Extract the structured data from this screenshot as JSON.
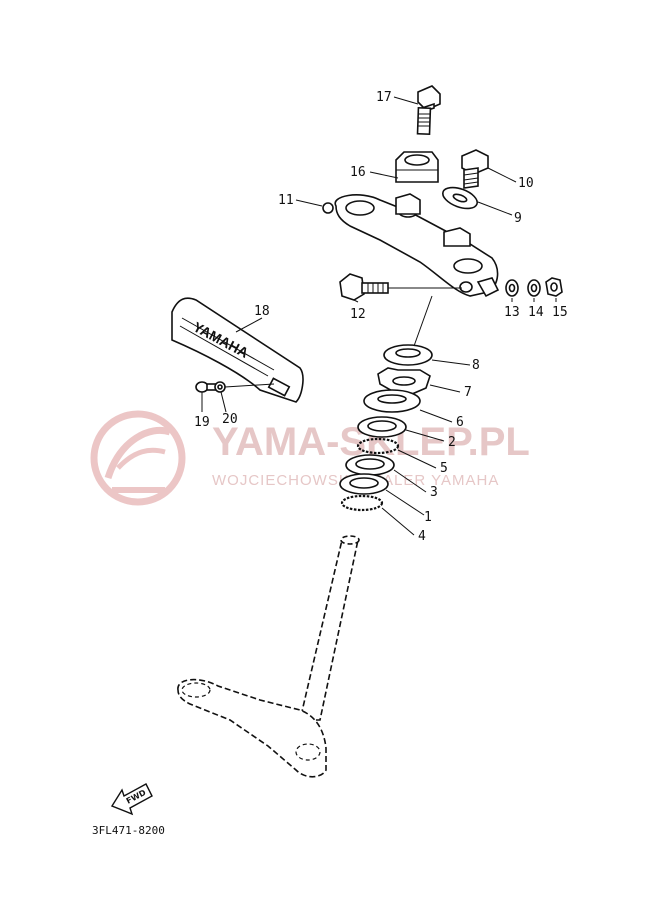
{
  "diagram": {
    "catalog_code": "3FL471-8200",
    "fwd_label": "FWD",
    "emblem_text": "YAMAHA",
    "watermark": {
      "title": "YAMA-SKLEP.PL",
      "subtitle": "WOJCIECHOWSKI DEALER YAMAHA",
      "color": "#e6c7c7"
    },
    "callouts": [
      {
        "id": "17",
        "label": "17"
      },
      {
        "id": "16",
        "label": "16"
      },
      {
        "id": "10",
        "label": "10"
      },
      {
        "id": "11",
        "label": "11"
      },
      {
        "id": "9",
        "label": "9"
      },
      {
        "id": "12",
        "label": "12"
      },
      {
        "id": "13",
        "label": "13"
      },
      {
        "id": "14",
        "label": "14"
      },
      {
        "id": "15",
        "label": "15"
      },
      {
        "id": "18",
        "label": "18"
      },
      {
        "id": "8",
        "label": "8"
      },
      {
        "id": "7",
        "label": "7"
      },
      {
        "id": "6",
        "label": "6"
      },
      {
        "id": "19",
        "label": "19"
      },
      {
        "id": "20",
        "label": "20"
      },
      {
        "id": "2",
        "label": "2"
      },
      {
        "id": "5",
        "label": "5"
      },
      {
        "id": "3",
        "label": "3"
      },
      {
        "id": "1",
        "label": "1"
      },
      {
        "id": "4",
        "label": "4"
      }
    ]
  }
}
